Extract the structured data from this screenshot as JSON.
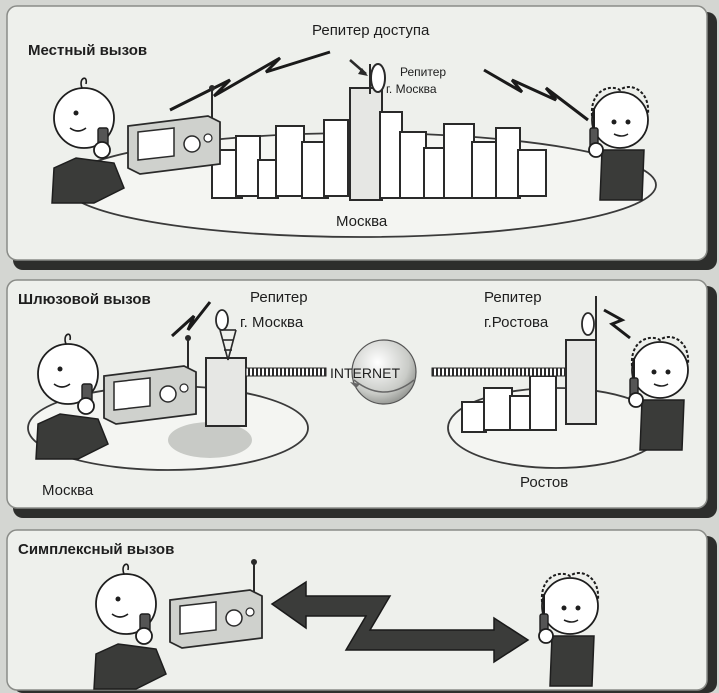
{
  "panels": {
    "local": {
      "title": "Местный вызов",
      "access_repeater": "Репитер доступа",
      "repeater_line1": "Репитер",
      "repeater_line2": "г. Москва",
      "city": "Москва"
    },
    "gateway": {
      "title": "Шлюзовой вызов",
      "repeater_left_line1": "Репитер",
      "repeater_left_line2": "г. Москва",
      "repeater_right_line1": "Репитер",
      "repeater_right_line2": "г.Ростова",
      "internet": "INTERNET",
      "city_left": "Москва",
      "city_right": "Ростов"
    },
    "simplex": {
      "title": "Симплексный вызов"
    }
  },
  "colors": {
    "panel": "#eef0ec",
    "shadow": "#2d2e2c",
    "ink": "#1e1e1e"
  }
}
